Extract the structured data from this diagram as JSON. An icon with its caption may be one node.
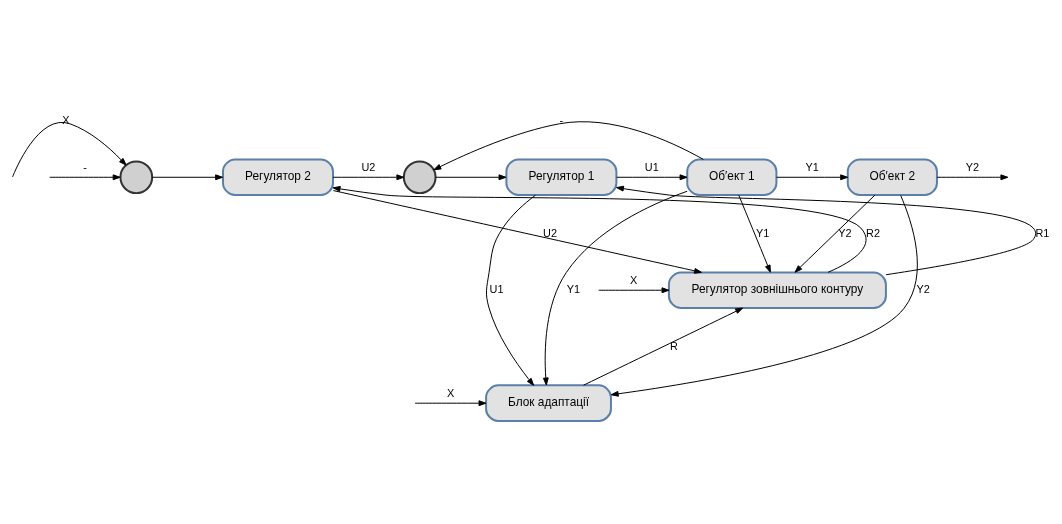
{
  "diagram": {
    "nodes": [
      {
        "text": [],
        "shape": "circle"
      },
      {
        "text": [
          "Регулятор 2"
        ]
      },
      {
        "text": [],
        "shape": "circle"
      },
      {
        "text": [
          "Регулятор 1"
        ]
      },
      {
        "text": [
          "Об′ект 1"
        ]
      },
      {
        "text": [
          "Об′ект 2"
        ]
      },
      {
        "text": [
          "Регулятор зовнішнього контуру"
        ]
      },
      {
        "text": [
          "Блок адаптації"
        ]
      }
    ],
    "edges": [
      {
        "from": null,
        "to": 0,
        "arrow": "to",
        "label": "X"
      },
      {
        "from": 0,
        "to": 1,
        "arrow": "to"
      },
      {
        "from": 1,
        "to": 2,
        "arrow": "to",
        "label": "U2"
      },
      {
        "from": 2,
        "to": 3,
        "arrow": "to"
      },
      {
        "from": 3,
        "to": 4,
        "arrow": "to",
        "label": "U1"
      },
      {
        "from": 4,
        "to": 5,
        "arrow": "to",
        "label": "Y1"
      },
      {
        "from": 5,
        "to": null,
        "arrow": "to",
        "label": "Y2"
      },
      {
        "from": null,
        "to": 0,
        "arrow": "to",
        "label": "-"
      },
      {
        "from": 4,
        "to": 2,
        "arrow": "to",
        "label": "-"
      },
      {
        "from": 6,
        "to": 1,
        "arrow": "to",
        "label": "R2"
      },
      {
        "from": 6,
        "to": 3,
        "arrow": "to",
        "label": "R1"
      },
      {
        "from": null,
        "to": 6,
        "arrow": "to",
        "label": "X"
      },
      {
        "from": 1,
        "to": 6,
        "arrow": "to",
        "label": "U2"
      },
      {
        "from": 4,
        "to": 6,
        "arrow": "to",
        "label": "Y1"
      },
      {
        "from": 5,
        "to": 6,
        "arrow": "to",
        "label": "Y2"
      },
      {
        "from": 7,
        "to": 6,
        "arrow": "to",
        "label": "R"
      },
      {
        "from": 3,
        "to": 7,
        "arrow": "to",
        "label": "U1"
      },
      {
        "from": 4,
        "to": 7,
        "arrow": "to",
        "label": "Y1"
      },
      {
        "from": 5,
        "to": 7,
        "arrow": "to",
        "label": "Y2"
      },
      {
        "from": null,
        "to": 7,
        "arrow": "to",
        "label": "X"
      }
    ]
  }
}
